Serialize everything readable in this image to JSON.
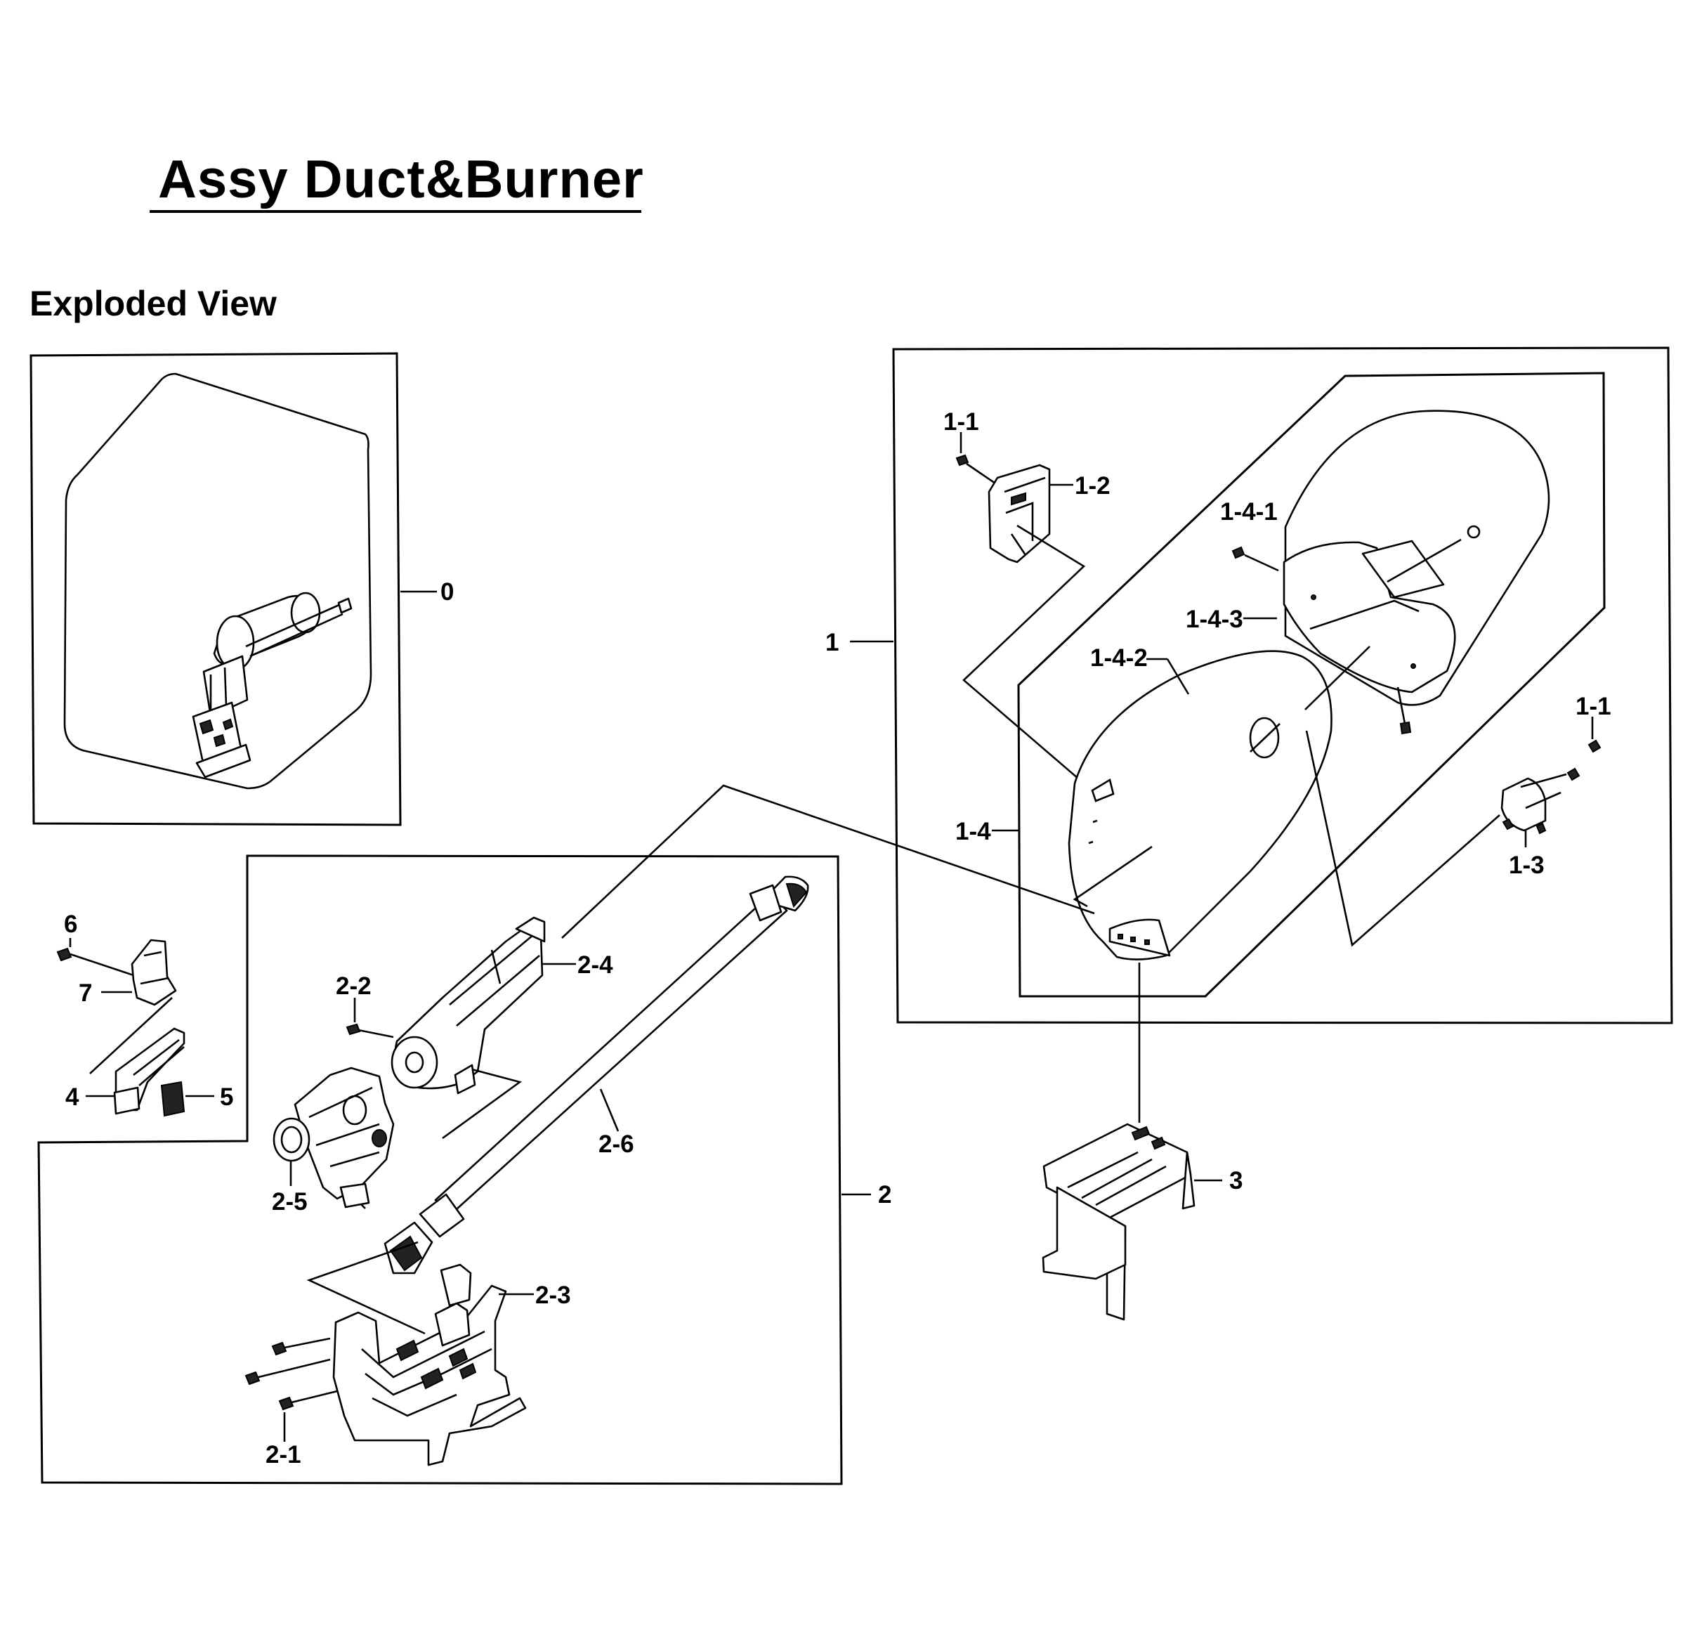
{
  "title": "Assy Duct&Burner",
  "subtitle": "Exploded View",
  "callouts": {
    "c0": "0",
    "c1": "1",
    "c1_1a": "1-1",
    "c1_2": "1-2",
    "c1_4_1": "1-4-1",
    "c1_4_3": "1-4-3",
    "c1_4_2": "1-4-2",
    "c1_1b": "1-1",
    "c1_4": "1-4",
    "c1_3": "1-3",
    "c2": "2",
    "c2_1": "2-1",
    "c2_2": "2-2",
    "c2_3": "2-3",
    "c2_4": "2-4",
    "c2_5": "2-5",
    "c2_6": "2-6",
    "c3": "3",
    "c4": "4",
    "c5": "5",
    "c6": "6",
    "c7": "7"
  }
}
